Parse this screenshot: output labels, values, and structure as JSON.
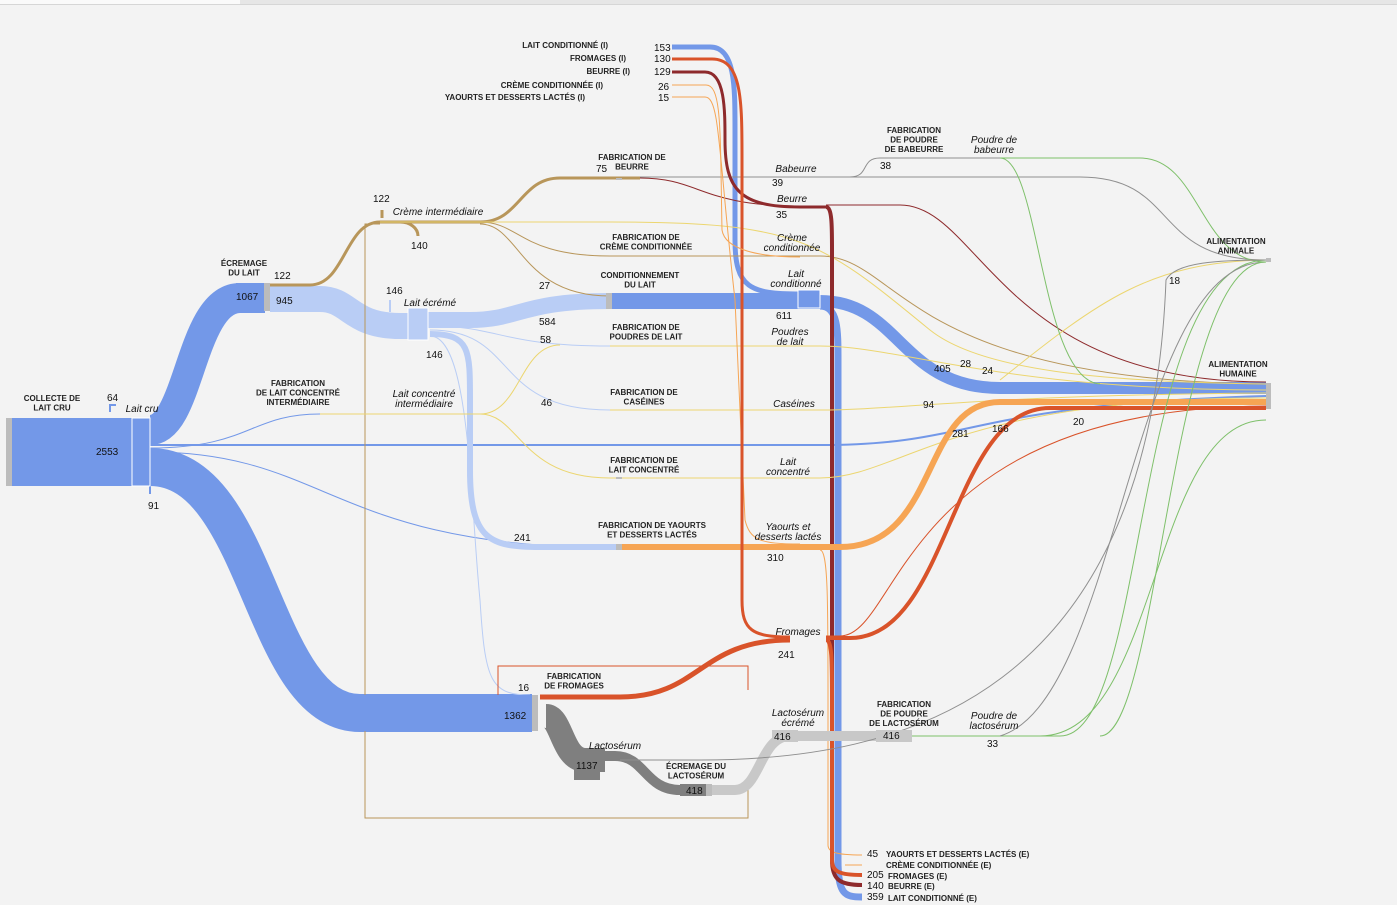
{
  "colors": {
    "lait": "#7398e8",
    "lait_ecreme": "#b9cdf5",
    "creme": "#b8965a",
    "beurre": "#8e2a2c",
    "fromages": "#d9532a",
    "yaourts": "#f6a554",
    "lactoserum": "#7f7f7f",
    "lactoserum_ecreme": "#c8c8c8",
    "sous_produits": "#7ec06a",
    "thin_yellow": "#ecd670",
    "node_bar": "#bcbcbc"
  },
  "nodes": {
    "collecte": "COLLECTE DE\nLAIT CRU",
    "ecremage": "ÉCREMAGE\nDU LAIT",
    "fab_beurre": "FABRICATION DE\nBEURRE",
    "fab_creme": "FABRICATION DE\nCRÈME CONDITIONNÉE",
    "cond_lait": "CONDITIONNEMENT\nDU LAIT",
    "fab_poudres": "FABRICATION DE\nPOUDRES DE LAIT",
    "fab_caseines": "FABRICATION DE\nCASÉINES",
    "fab_lait_conc_int": "FABRICATION\nDE LAIT CONCENTRÉ\nINTERMÉDIAIRE",
    "fab_lait_conc": "FABRICATION DE\nLAIT CONCENTRÉ",
    "fab_yaourts": "FABRICATION DE YAOURTS\nET DESSERTS LACTÉS",
    "fab_fromages": "FABRICATION\nDE FROMAGES",
    "ecremage_lacto": "ÉCREMAGE DU\nLACTOSÉRUM",
    "fab_poudre_lacto": "FABRICATION\nDE POUDRE\nDE LACTOSÉRUM",
    "fab_poudre_babeurre": "FABRICATION\nDE POUDRE\nDE BABEURRE",
    "alim_animale": "ALIMENTATION\nANIMALE",
    "alim_humaine": "ALIMENTATION\nHUMAINE"
  },
  "products": {
    "lait_cru": "Lait cru",
    "creme_int": "Crème intermédiaire",
    "lait_ecreme": "Lait écrémé",
    "lait_conc_int": "Lait concentré\nintermédiaire",
    "babeurre": "Babeurre",
    "beurre": "Beurre",
    "creme_cond": "Crème\nconditionnée",
    "lait_cond": "Lait\nconditionné",
    "poudres_lait": "Poudres\nde lait",
    "caseines": "Caséines",
    "lait_conc": "Lait\nconcentré",
    "yaourts": "Yaourts et\ndesserts lactés",
    "fromages": "Fromages",
    "lactoserum": "Lactosérum",
    "lactoserum_ecreme": "Lactosérum\nécrémé",
    "poudre_babeurre": "Poudre de\nbabeurre",
    "poudre_lacto": "Poudre de\nlactosérum"
  },
  "imports": [
    {
      "label": "LAIT CONDITIONNÉ (I)",
      "value": "153"
    },
    {
      "label": "FROMAGES (I)",
      "value": "130"
    },
    {
      "label": "BEURRE (I)",
      "value": "129"
    },
    {
      "label": "CRÈME CONDITIONNÉE (I)",
      "value": "26"
    },
    {
      "label": "YAOURTS ET DESSERTS LACTÉS (I)",
      "value": "15"
    }
  ],
  "exports": [
    {
      "label": "YAOURTS ET DESSERTS LACTÉS (E)",
      "value": "45"
    },
    {
      "label": "CRÈME CONDITIONNÉE (E)",
      "value": ""
    },
    {
      "label": "FROMAGES (E)",
      "value": "205"
    },
    {
      "label": "BEURRE (E)",
      "value": "140"
    },
    {
      "label": "LAIT CONDITIONNÉ (E)",
      "value": "359"
    }
  ],
  "values": {
    "collecte": "2553",
    "lait_cru_in": "64",
    "lait_cru_out": "91",
    "ecremage_in": "1067",
    "ecremage_out": "945",
    "ecremage_creme": "122",
    "creme_122": "122",
    "creme_140": "140",
    "fab_beurre": "75",
    "babeurre": "39",
    "poudre_babeurre": "38",
    "beurre": "35",
    "lait_ecreme_146a": "146",
    "lait_ecreme_146b": "146",
    "cond_lait_27": "27",
    "lait_584": "584",
    "poudres_58": "58",
    "caseines_46": "46",
    "lait_cond": "611",
    "h405": "405",
    "h28": "28",
    "h24": "24",
    "h94": "94",
    "h281": "281",
    "h166": "166",
    "h20": "20",
    "a18": "18",
    "yaourts_241": "241",
    "yaourts_310": "310",
    "fromages_241": "241",
    "fromages_16": "16",
    "fromages_1362": "1362",
    "lacto_1137": "1137",
    "lacto_418": "418",
    "lacto_416a": "416",
    "lacto_416b": "416",
    "poudre_lacto_33": "33"
  }
}
